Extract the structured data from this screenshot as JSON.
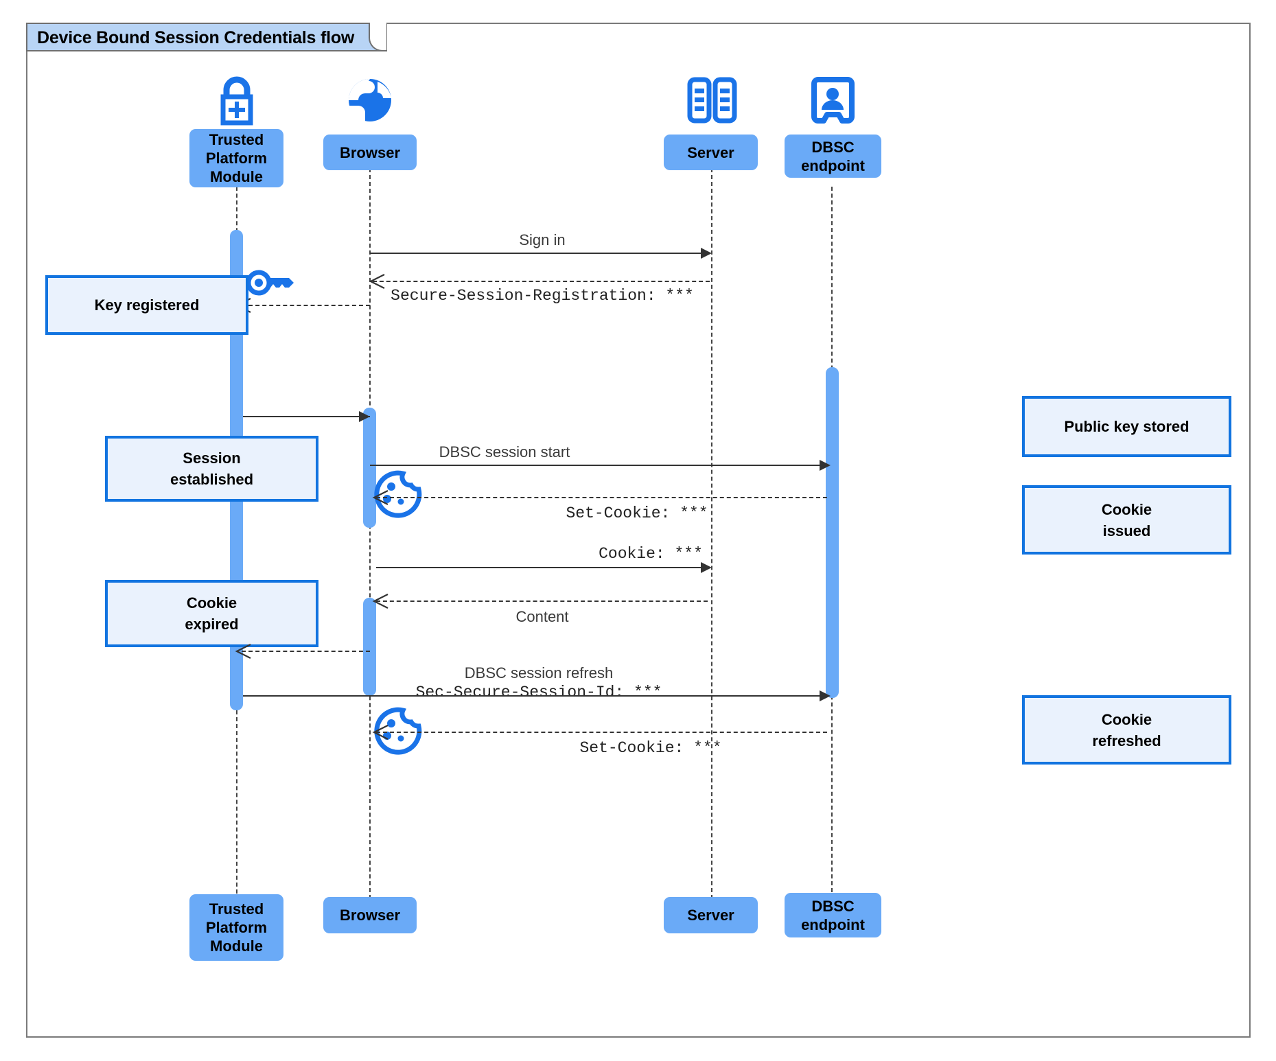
{
  "diagram": {
    "title": "Device Bound Session Credentials flow",
    "type": "sequence-diagram",
    "colors": {
      "participant_fill": "#6aaaf7",
      "note_fill": "#eaf2fd",
      "note_border": "#1274e0",
      "icon_blue": "#1a73e8",
      "frame_title_fill": "#b8d4f5",
      "frame_border": "#7a7a7a",
      "line": "#333333"
    }
  },
  "participants": [
    {
      "id": "tpm",
      "label": "Trusted\nPlatform\nModule",
      "label_line1": "Trusted",
      "label_line2": "Platform",
      "label_line3": "Module",
      "icon": "lock-plus-icon"
    },
    {
      "id": "browser",
      "label": "Browser",
      "icon": "globe-icon"
    },
    {
      "id": "server",
      "label": "Server",
      "icon": "server-rack-icon"
    },
    {
      "id": "dbsc",
      "label": "DBSC\nendpoint",
      "label_line1": "DBSC",
      "label_line2": "endpoint",
      "icon": "id-badge-icon"
    }
  ],
  "messages": [
    {
      "id": "m1",
      "from": "browser",
      "to": "server",
      "label": "Sign in",
      "style": "solid",
      "font": "sans"
    },
    {
      "id": "m2",
      "from": "server",
      "to": "browser",
      "label": "Secure-Session-Registration: ***",
      "style": "dashed",
      "font": "mono"
    },
    {
      "id": "m3",
      "from": "browser",
      "to": "tpm",
      "label": "",
      "style": "dashed",
      "font": "sans"
    },
    {
      "id": "m4",
      "from": "tpm",
      "to": "browser",
      "label": "",
      "style": "solid",
      "font": "sans"
    },
    {
      "id": "m5",
      "from": "browser",
      "to": "dbsc",
      "label": "DBSC session start",
      "style": "solid",
      "font": "sans"
    },
    {
      "id": "m6",
      "from": "dbsc",
      "to": "browser",
      "label": "Set-Cookie: ***",
      "style": "dashed",
      "font": "mono"
    },
    {
      "id": "m7",
      "from": "browser",
      "to": "server",
      "label": "Cookie: ***",
      "style": "solid",
      "font": "mono"
    },
    {
      "id": "m8",
      "from": "server",
      "to": "browser",
      "label": "Content",
      "style": "dashed",
      "font": "sans"
    },
    {
      "id": "m9",
      "from": "browser",
      "to": "tpm",
      "label": "",
      "style": "dashed",
      "font": "sans"
    },
    {
      "id": "m10",
      "from": "tpm",
      "to": "dbsc",
      "label_line1": "DBSC session refresh",
      "label_line2": "Sec-Secure-Session-Id: ***",
      "style": "solid",
      "font": "mixed"
    },
    {
      "id": "m11",
      "from": "dbsc",
      "to": "browser",
      "label": "Set-Cookie: ***",
      "style": "dashed",
      "font": "mono"
    }
  ],
  "notes": [
    {
      "id": "n1",
      "side": "left",
      "text": "Key registered",
      "line1": "Key registered"
    },
    {
      "id": "n2",
      "side": "left",
      "text": "Session established",
      "line1": "Session",
      "line2": "established"
    },
    {
      "id": "n3",
      "side": "left",
      "text": "Cookie expired",
      "line1": "Cookie",
      "line2": "expired"
    },
    {
      "id": "n4",
      "side": "right",
      "text": "Public key stored",
      "line1": "Public key stored"
    },
    {
      "id": "n5",
      "side": "right",
      "text": "Cookie issued",
      "line1": "Cookie",
      "line2": "issued"
    },
    {
      "id": "n6",
      "side": "right",
      "text": "Cookie refreshed",
      "line1": "Cookie",
      "line2": "refreshed"
    }
  ],
  "inline_icons": [
    {
      "id": "key1",
      "name": "key-icon",
      "near": "tpm"
    },
    {
      "id": "cookie1",
      "name": "cookie-icon",
      "near": "browser"
    },
    {
      "id": "cookie2",
      "name": "cookie-icon",
      "near": "browser"
    }
  ]
}
